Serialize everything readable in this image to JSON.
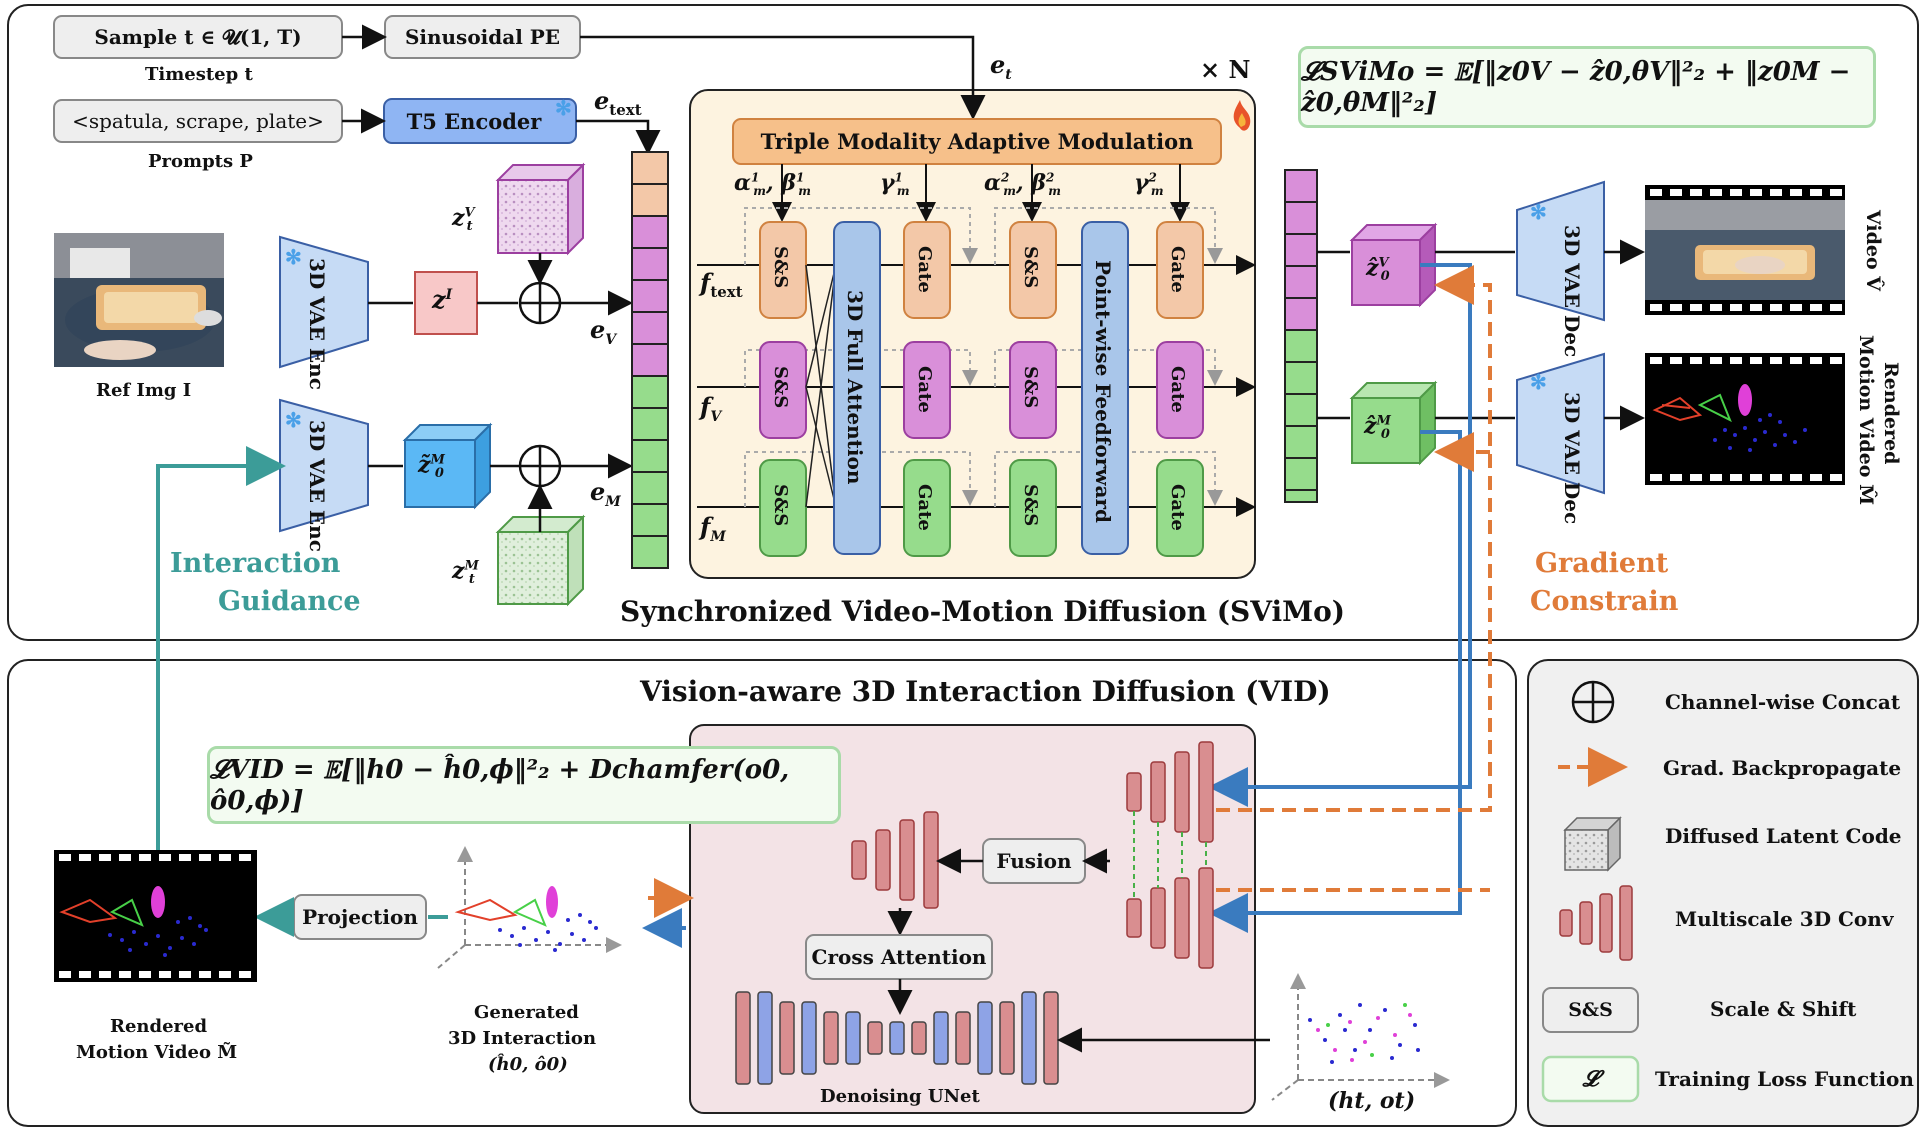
{
  "inputs": {
    "sample_label": "Sample t ∈ 𝓤(1, T)",
    "timestep_label": "Timestep t",
    "pe_label": "Sinusoidal PE",
    "prompt_value": "<spatula, scrape, plate>",
    "prompt_caption": "Prompts P",
    "t5_label": "T5 Encoder",
    "ref_img_caption": "Ref Img I"
  },
  "encoders": {
    "vae_enc_label": "3D VAE Enc",
    "vae_dec_label": "3D VAE Dec"
  },
  "latents": {
    "zI": "z",
    "zI_sup": "I",
    "ztV": "z",
    "ztV_sup": "V",
    "ztV_sub": "t",
    "ztM": "z",
    "ztM_sup": "M",
    "ztM_sub": "t",
    "z0M_tilde": "z̃",
    "z0M_tilde_sup": "M",
    "z0M_tilde_sub": "0",
    "z0V_hat": "ẑ",
    "z0V_hat_sup": "V",
    "z0V_hat_sub": "0",
    "z0M_hat": "ẑ",
    "z0M_hat_sup": "M",
    "z0M_hat_sub": "0"
  },
  "embeddings": {
    "e_t": "e",
    "e_t_sub": "t",
    "e_text": "e",
    "e_text_sub": "text",
    "e_V": "e",
    "e_V_sub": "V",
    "e_M": "e",
    "e_M_sub": "M"
  },
  "svimo": {
    "repeat": "× N",
    "modulation": "Triple Modality Adaptive Modulation",
    "alpha1": "α",
    "beta1": "β",
    "gamma1": "γ",
    "mod_sub": "m",
    "sup1": "1",
    "sup2": "2",
    "ss_label": "S&S",
    "gate_label": "Gate",
    "attention_label": "3D Full Attention",
    "ffn_label": "Point-wise Feedforward",
    "f_text": "f",
    "f_text_sub": "text",
    "f_V": "f",
    "f_V_sub": "V",
    "f_M": "f",
    "f_M_sub": "M",
    "title": "Synchronized Video-Motion Diffusion (SViMo)",
    "loss": "𝓛SViMo = 𝔼[‖z0V − ẑ0,θV‖²₂ + ‖z0M − ẑ0,θM‖²₂]"
  },
  "outputs": {
    "video_label": "Video V̂",
    "rendered_label_1": "Rendered",
    "rendered_label_2": "Motion Video M̂"
  },
  "guidance": {
    "interaction_1": "Interaction",
    "interaction_2": "Guidance",
    "gradient_1": "Gradient",
    "gradient_2": "Constrain"
  },
  "vid": {
    "title": "Vision-aware 3D Interaction Diffusion (VID)",
    "loss": "𝓛VID = 𝔼[‖h0 − ĥ0,ϕ‖²₂ + Dchamfer(o0, ô0,ϕ)]",
    "fusion": "Fusion",
    "cross_attention": "Cross Attention",
    "denoising_unet": "Denoising UNet",
    "projection": "Projection",
    "rendered_1": "Rendered",
    "rendered_2": "Motion Video M̃",
    "generated_1": "Generated",
    "generated_2": "3D Interaction",
    "generated_3": "(ĥ0, ô0)",
    "noisy_input": "(ht, ot)"
  },
  "legend": {
    "concat": "Channel-wise Concat",
    "backprop": "Grad.  Backpropagate",
    "diffused": "Diffused Latent Code",
    "multiscale": "Multiscale 3D Conv",
    "ss_box": "S&S",
    "ss": "Scale & Shift",
    "loss_box": "𝓛",
    "loss": "Training Loss Function"
  },
  "colors": {
    "teal": "#3c9c98",
    "orange": "#e07b39",
    "blue": "#3a7bbf",
    "pink_block": "#d98fd9",
    "peach_block": "#f3c8a8",
    "green_block": "#96dc8c"
  }
}
